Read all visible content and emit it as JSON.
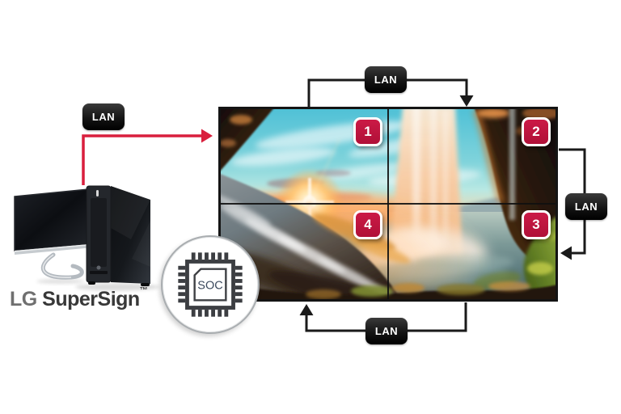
{
  "server": {
    "caption_brand": "LG",
    "caption_product": "SuperSign",
    "caption_tm": "™"
  },
  "soc": {
    "label": "SOC"
  },
  "displays": [
    {
      "number": "1",
      "position": "top-left"
    },
    {
      "number": "2",
      "position": "top-right"
    },
    {
      "number": "3",
      "position": "bottom-right"
    },
    {
      "number": "4",
      "position": "bottom-left"
    }
  ],
  "connections": [
    {
      "id": "server-to-wall",
      "label": "LAN"
    },
    {
      "id": "display1-to-display2",
      "label": "LAN"
    },
    {
      "id": "display2-to-display3",
      "label": "LAN"
    },
    {
      "id": "display3-to-display4",
      "label": "LAN"
    }
  ],
  "colors": {
    "arrow_red": "#d91f3d",
    "badge_red": "#c01541",
    "connector_black": "#1a1a1a",
    "lan_pill_bg": "#141414",
    "lan_text": "#ffffff"
  }
}
